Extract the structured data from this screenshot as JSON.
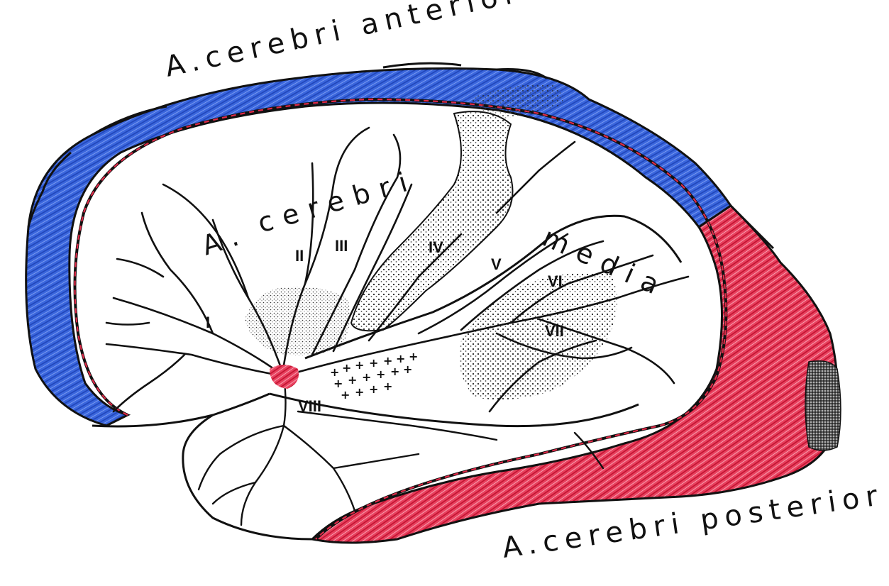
{
  "labels": {
    "anterior": "A.cerebri anterior",
    "posterior": "A.cerebri posterior",
    "media_a": "A.",
    "media_cerebri": "cerebri",
    "media_media": "media"
  },
  "regions": [
    "I",
    "II",
    "III",
    "IV",
    "V",
    "VI",
    "VII",
    "VIII"
  ],
  "colors": {
    "anterior_territory": "#2f5fd8",
    "posterior_territory": "#e02a48",
    "outline": "#111111",
    "stipple": "#333333",
    "background": "#ffffff"
  },
  "marks": {
    "plus_symbol": "+"
  }
}
